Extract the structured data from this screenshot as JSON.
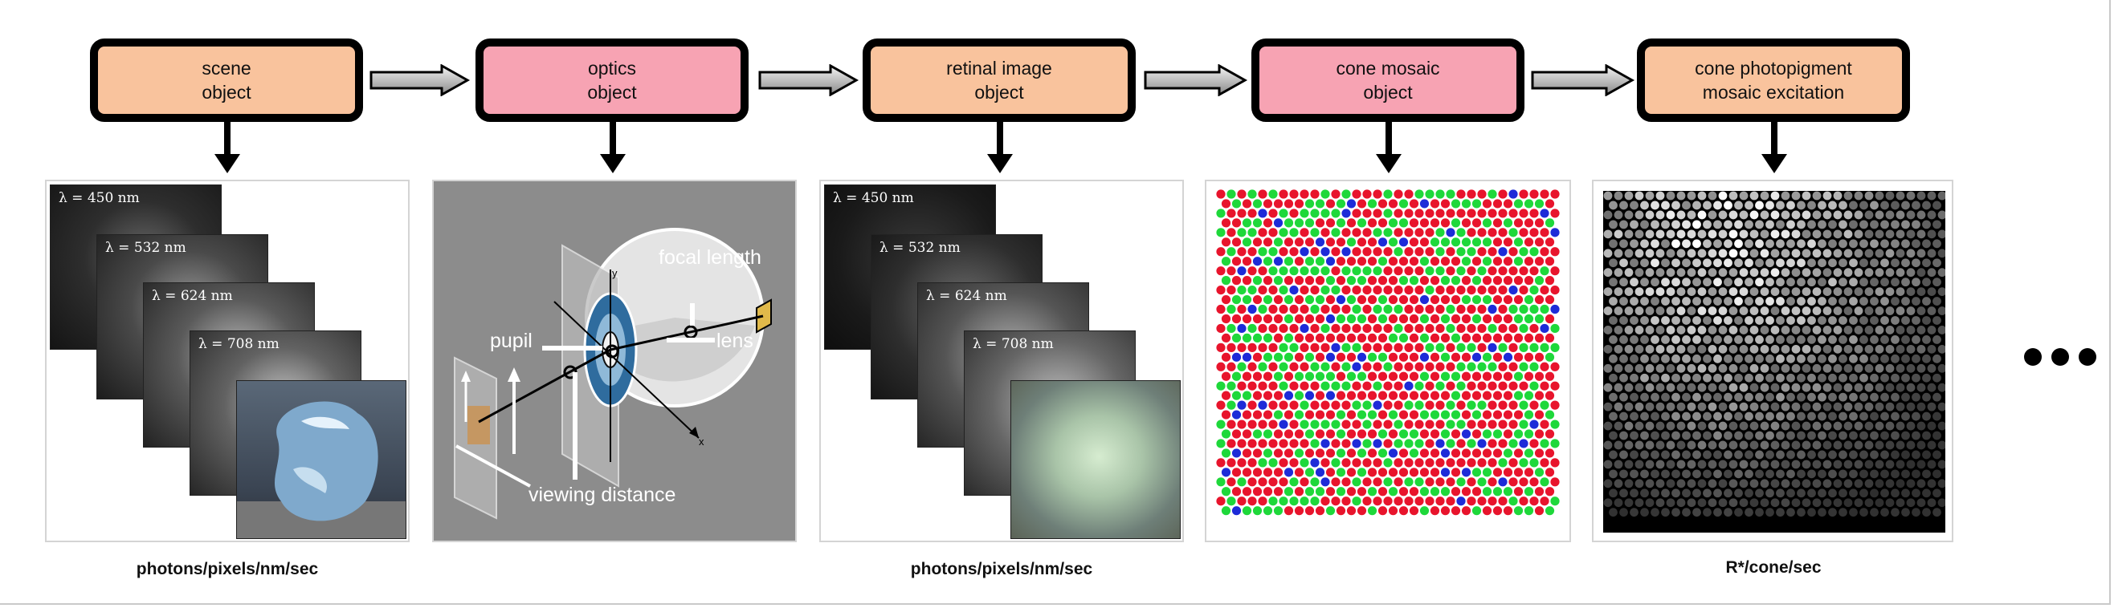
{
  "stages": [
    {
      "label": "scene\nobject"
    },
    {
      "label": "optics\nobject"
    },
    {
      "label": "retinal image\nobject"
    },
    {
      "label": "cone mosaic\nobject"
    },
    {
      "label": "cone photopigment\nmosaic excitation"
    }
  ],
  "scene": {
    "slices": [
      "λ = 450 nm",
      "λ = 532 nm",
      "λ = 624 nm",
      "λ = 708 nm"
    ],
    "caption": "photons/pixels/nm/sec"
  },
  "optics": {
    "focal_length": "focal\nlength",
    "pupil": "pupil",
    "lens": "lens",
    "viewing_distance": "viewing\ndistance",
    "axis_y": "y",
    "axis_x": "x"
  },
  "retinal": {
    "slices": [
      "λ = 450 nm",
      "λ = 532 nm",
      "λ = 624 nm",
      "λ = 708 nm"
    ],
    "caption": "photons/pixels/nm/sec"
  },
  "excitation": {
    "caption": "R*/cone/sec"
  },
  "colors": {
    "orange": "#f9c39d",
    "pink": "#f7a3b3",
    "cone_L": "#e8142c",
    "cone_M": "#1ed83a",
    "cone_S": "#1d2bd8"
  },
  "more_icon": "ellipsis-icon"
}
